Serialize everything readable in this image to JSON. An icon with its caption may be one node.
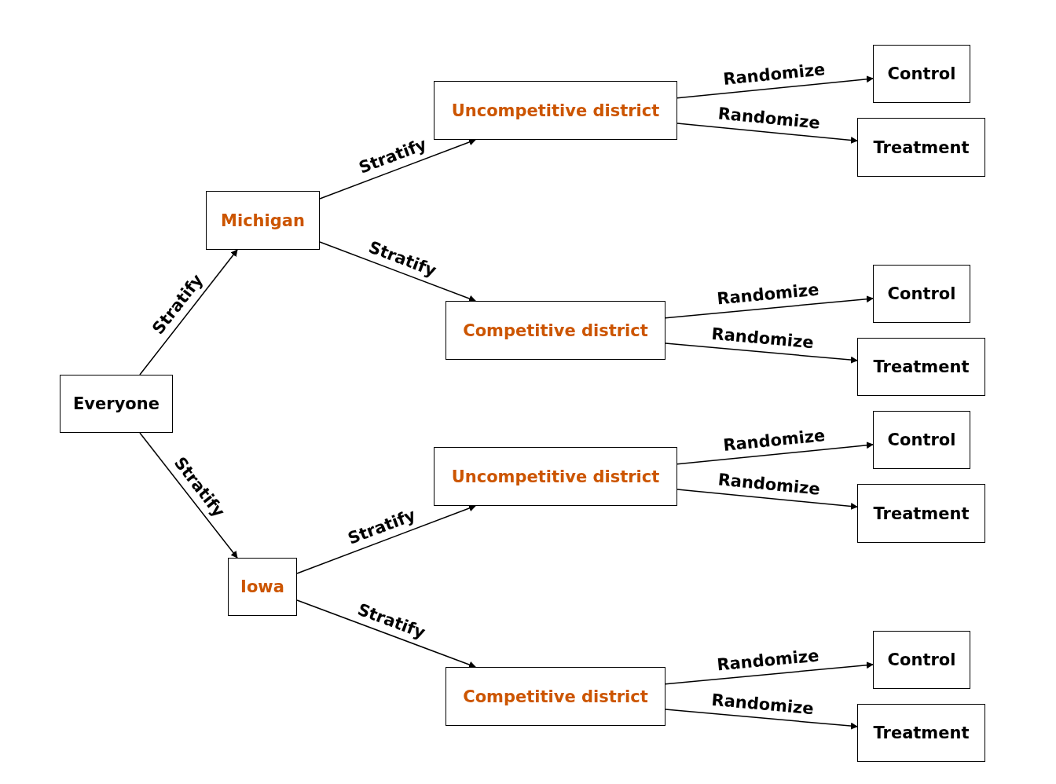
{
  "diagram": {
    "nodes": [
      {
        "text": [
          "Everyone"
        ]
      },
      {
        "text": [
          "Michigan"
        ]
      },
      {
        "text": [
          "Iowa"
        ]
      },
      {
        "text": [
          "Uncompetitive district"
        ]
      },
      {
        "text": [
          "Competitive district"
        ]
      },
      {
        "text": [
          "Uncompetitive district"
        ]
      },
      {
        "text": [
          "Competitive district"
        ]
      },
      {
        "text": [
          "Control"
        ]
      },
      {
        "text": [
          "Treatment"
        ]
      },
      {
        "text": [
          "Control"
        ]
      },
      {
        "text": [
          "Treatment"
        ]
      },
      {
        "text": [
          "Control"
        ]
      },
      {
        "text": [
          "Treatment"
        ]
      },
      {
        "text": [
          "Control"
        ]
      },
      {
        "text": [
          "Treatment"
        ]
      }
    ],
    "edges": [
      {
        "from": 0,
        "to": 1,
        "arrow": "to",
        "label": "Stratify"
      },
      {
        "from": 0,
        "to": 2,
        "arrow": "to",
        "label": "Stratify"
      },
      {
        "from": 1,
        "to": 3,
        "arrow": "to",
        "label": "Stratify"
      },
      {
        "from": 1,
        "to": 4,
        "arrow": "to",
        "label": "Stratify"
      },
      {
        "from": 2,
        "to": 5,
        "arrow": "to",
        "label": "Stratify"
      },
      {
        "from": 2,
        "to": 6,
        "arrow": "to",
        "label": "Stratify"
      },
      {
        "from": 3,
        "to": 7,
        "arrow": "to",
        "label": "Randomize"
      },
      {
        "from": 3,
        "to": 8,
        "arrow": "to",
        "label": "Randomize"
      },
      {
        "from": 4,
        "to": 9,
        "arrow": "to",
        "label": "Randomize"
      },
      {
        "from": 4,
        "to": 10,
        "arrow": "to",
        "label": "Randomize"
      },
      {
        "from": 5,
        "to": 11,
        "arrow": "to",
        "label": "Randomize"
      },
      {
        "from": 5,
        "to": 12,
        "arrow": "to",
        "label": "Randomize"
      },
      {
        "from": 6,
        "to": 13,
        "arrow": "to",
        "label": "Randomize"
      },
      {
        "from": 6,
        "to": 14,
        "arrow": "to",
        "label": "Randomize"
      }
    ]
  }
}
